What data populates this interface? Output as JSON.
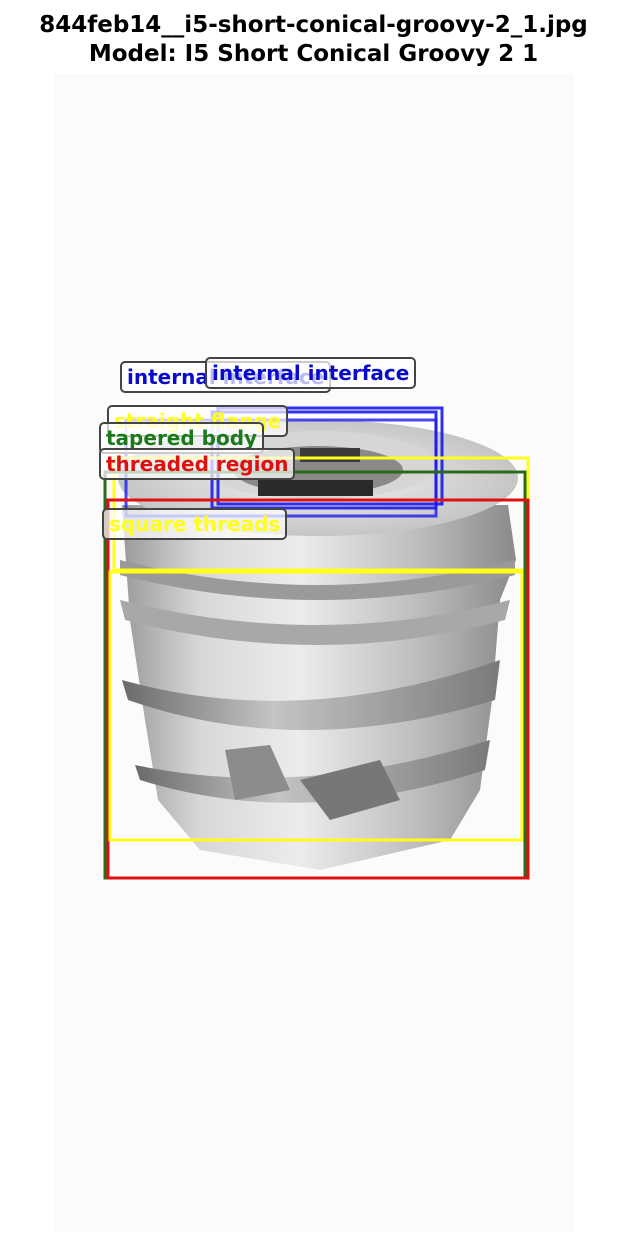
{
  "header": {
    "filename": "844feb14__i5-short-conical-groovy-2_1.jpg",
    "model": "Model: I5 Short Conical Groovy 2 1"
  },
  "subject": "implant-component",
  "annotations": [
    {
      "name": "internal-interface-label-a",
      "text": "internal interface",
      "color": "#0a0acc"
    },
    {
      "name": "internal-interface-label-b",
      "text": "internal interface",
      "color": "#0a0acc"
    },
    {
      "name": "straight-flange-label",
      "text": "straight flange",
      "color": "#ffff1a"
    },
    {
      "name": "tapered-body-label",
      "text": "tapered body",
      "color": "#1a7a1a"
    },
    {
      "name": "threaded-region-label",
      "text": "threaded region",
      "color": "#e01010"
    },
    {
      "name": "square-threads-label",
      "text": "square threads",
      "color": "#ffff1a"
    }
  ],
  "box_colors": {
    "blue": "#1a1aee",
    "yellow": "#ffff1a",
    "green": "#2a6a1a",
    "red": "#e01010"
  }
}
